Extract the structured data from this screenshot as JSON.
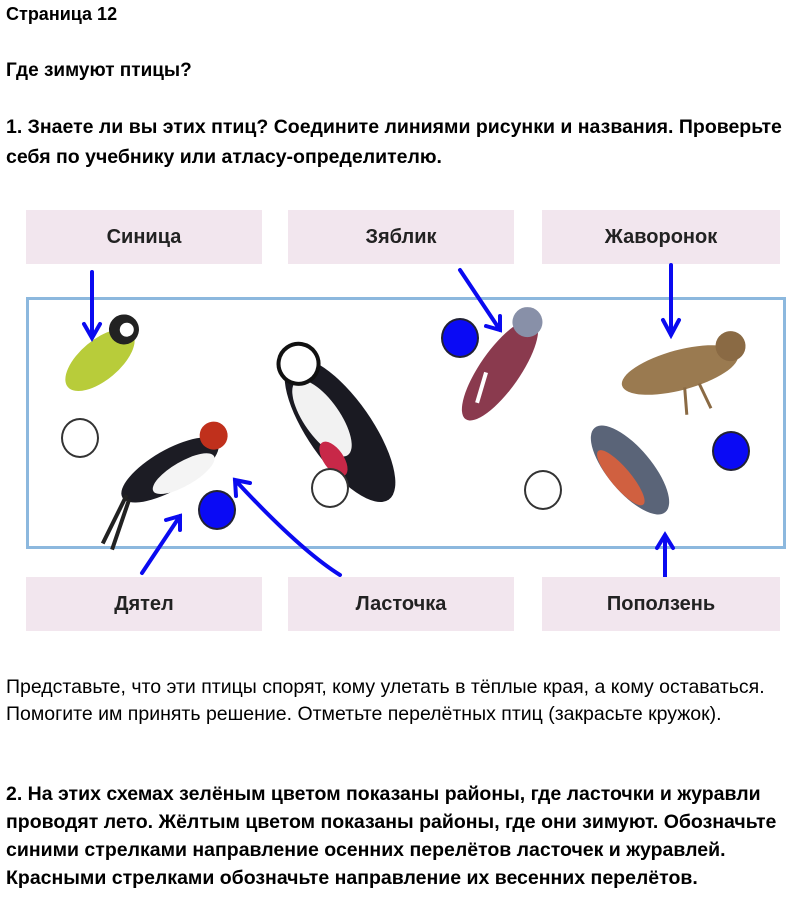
{
  "page_label": "Страница 12",
  "topic": "Где зимуют птицы?",
  "task1": "1. Знаете ли вы этих птиц? Соедините линиями рисунки и названия. Проверьте себя по учебнику или атласу-определителю.",
  "birds_top": [
    "Синица",
    "Зяблик",
    "Жаворонок"
  ],
  "birds_bottom": [
    "Дятел",
    "Ласточка",
    "Поползень"
  ],
  "paragraph": "Представьте, что эти птицы спорят, кому улетать в тёплые края, а кому оставаться. Помогите им принять решение. Отметьте перелётных птиц (закрасьте кружок).",
  "task2": "2. На этих схемах зелёным цветом показаны районы, где ласточки и журавли проводят лето. Жёлтым цветом показаны районы, где они зимуют. Обозначьте синими стрелками направление осенних перелётов ласточек и журавлей. Красными стрелками обозначьте направление их весенних перелётов.",
  "colors": {
    "answer": "#0a0af5",
    "label_bg": "#f2e6ee",
    "frame": "#8cb8de"
  }
}
